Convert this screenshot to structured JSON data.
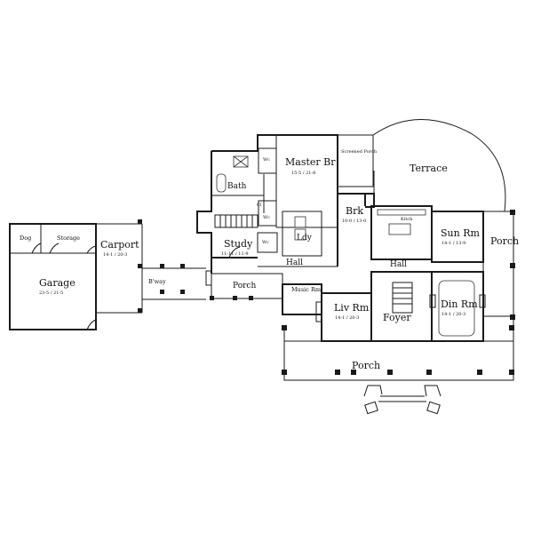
{
  "rooms": {
    "dog": {
      "name": "Dog"
    },
    "storage": {
      "name": "Storage"
    },
    "carport": {
      "name": "Carport",
      "dims": "14-1 / 20-3"
    },
    "garage": {
      "name": "Garage",
      "dims": "23-5 / 21-5"
    },
    "byway": {
      "name": "B'way"
    },
    "porch_west": {
      "name": "Porch"
    },
    "study": {
      "name": "Study",
      "dims": "11-11 / 11-9"
    },
    "bath": {
      "name": "Bath"
    },
    "wc_bath": {
      "name": "Wc"
    },
    "wc_bath2": {
      "name": "Wc"
    },
    "wc_study": {
      "name": "Wc"
    },
    "cl": {
      "name": "Cl"
    },
    "master_br": {
      "name": "Master Br",
      "dims": "15-5 / 21-8"
    },
    "screened_porch": {
      "name": "Screened Porch"
    },
    "terrace": {
      "name": "Terrace"
    },
    "brk": {
      "name": "Brk",
      "dims": "10-0 / 13-0"
    },
    "ldy": {
      "name": "Ldy"
    },
    "hall_west": {
      "name": "Hall"
    },
    "hall_east": {
      "name": "Hall"
    },
    "kitch": {
      "name": "Kitch"
    },
    "sun_rm": {
      "name": "Sun Rm",
      "dims": "14-1 / 13-9"
    },
    "porch_east": {
      "name": "Porch"
    },
    "music_rm": {
      "name": "Music Rm"
    },
    "liv_rm": {
      "name": "Liv Rm",
      "dims": "14-1 / 20-3"
    },
    "foyer": {
      "name": "Foyer"
    },
    "din_rm": {
      "name": "Din Rm",
      "dims": "14-1 / 20-3"
    },
    "porch_front": {
      "name": "Porch"
    }
  },
  "colors": {
    "ink": "#1a1a1a",
    "paper": "#ffffff"
  }
}
